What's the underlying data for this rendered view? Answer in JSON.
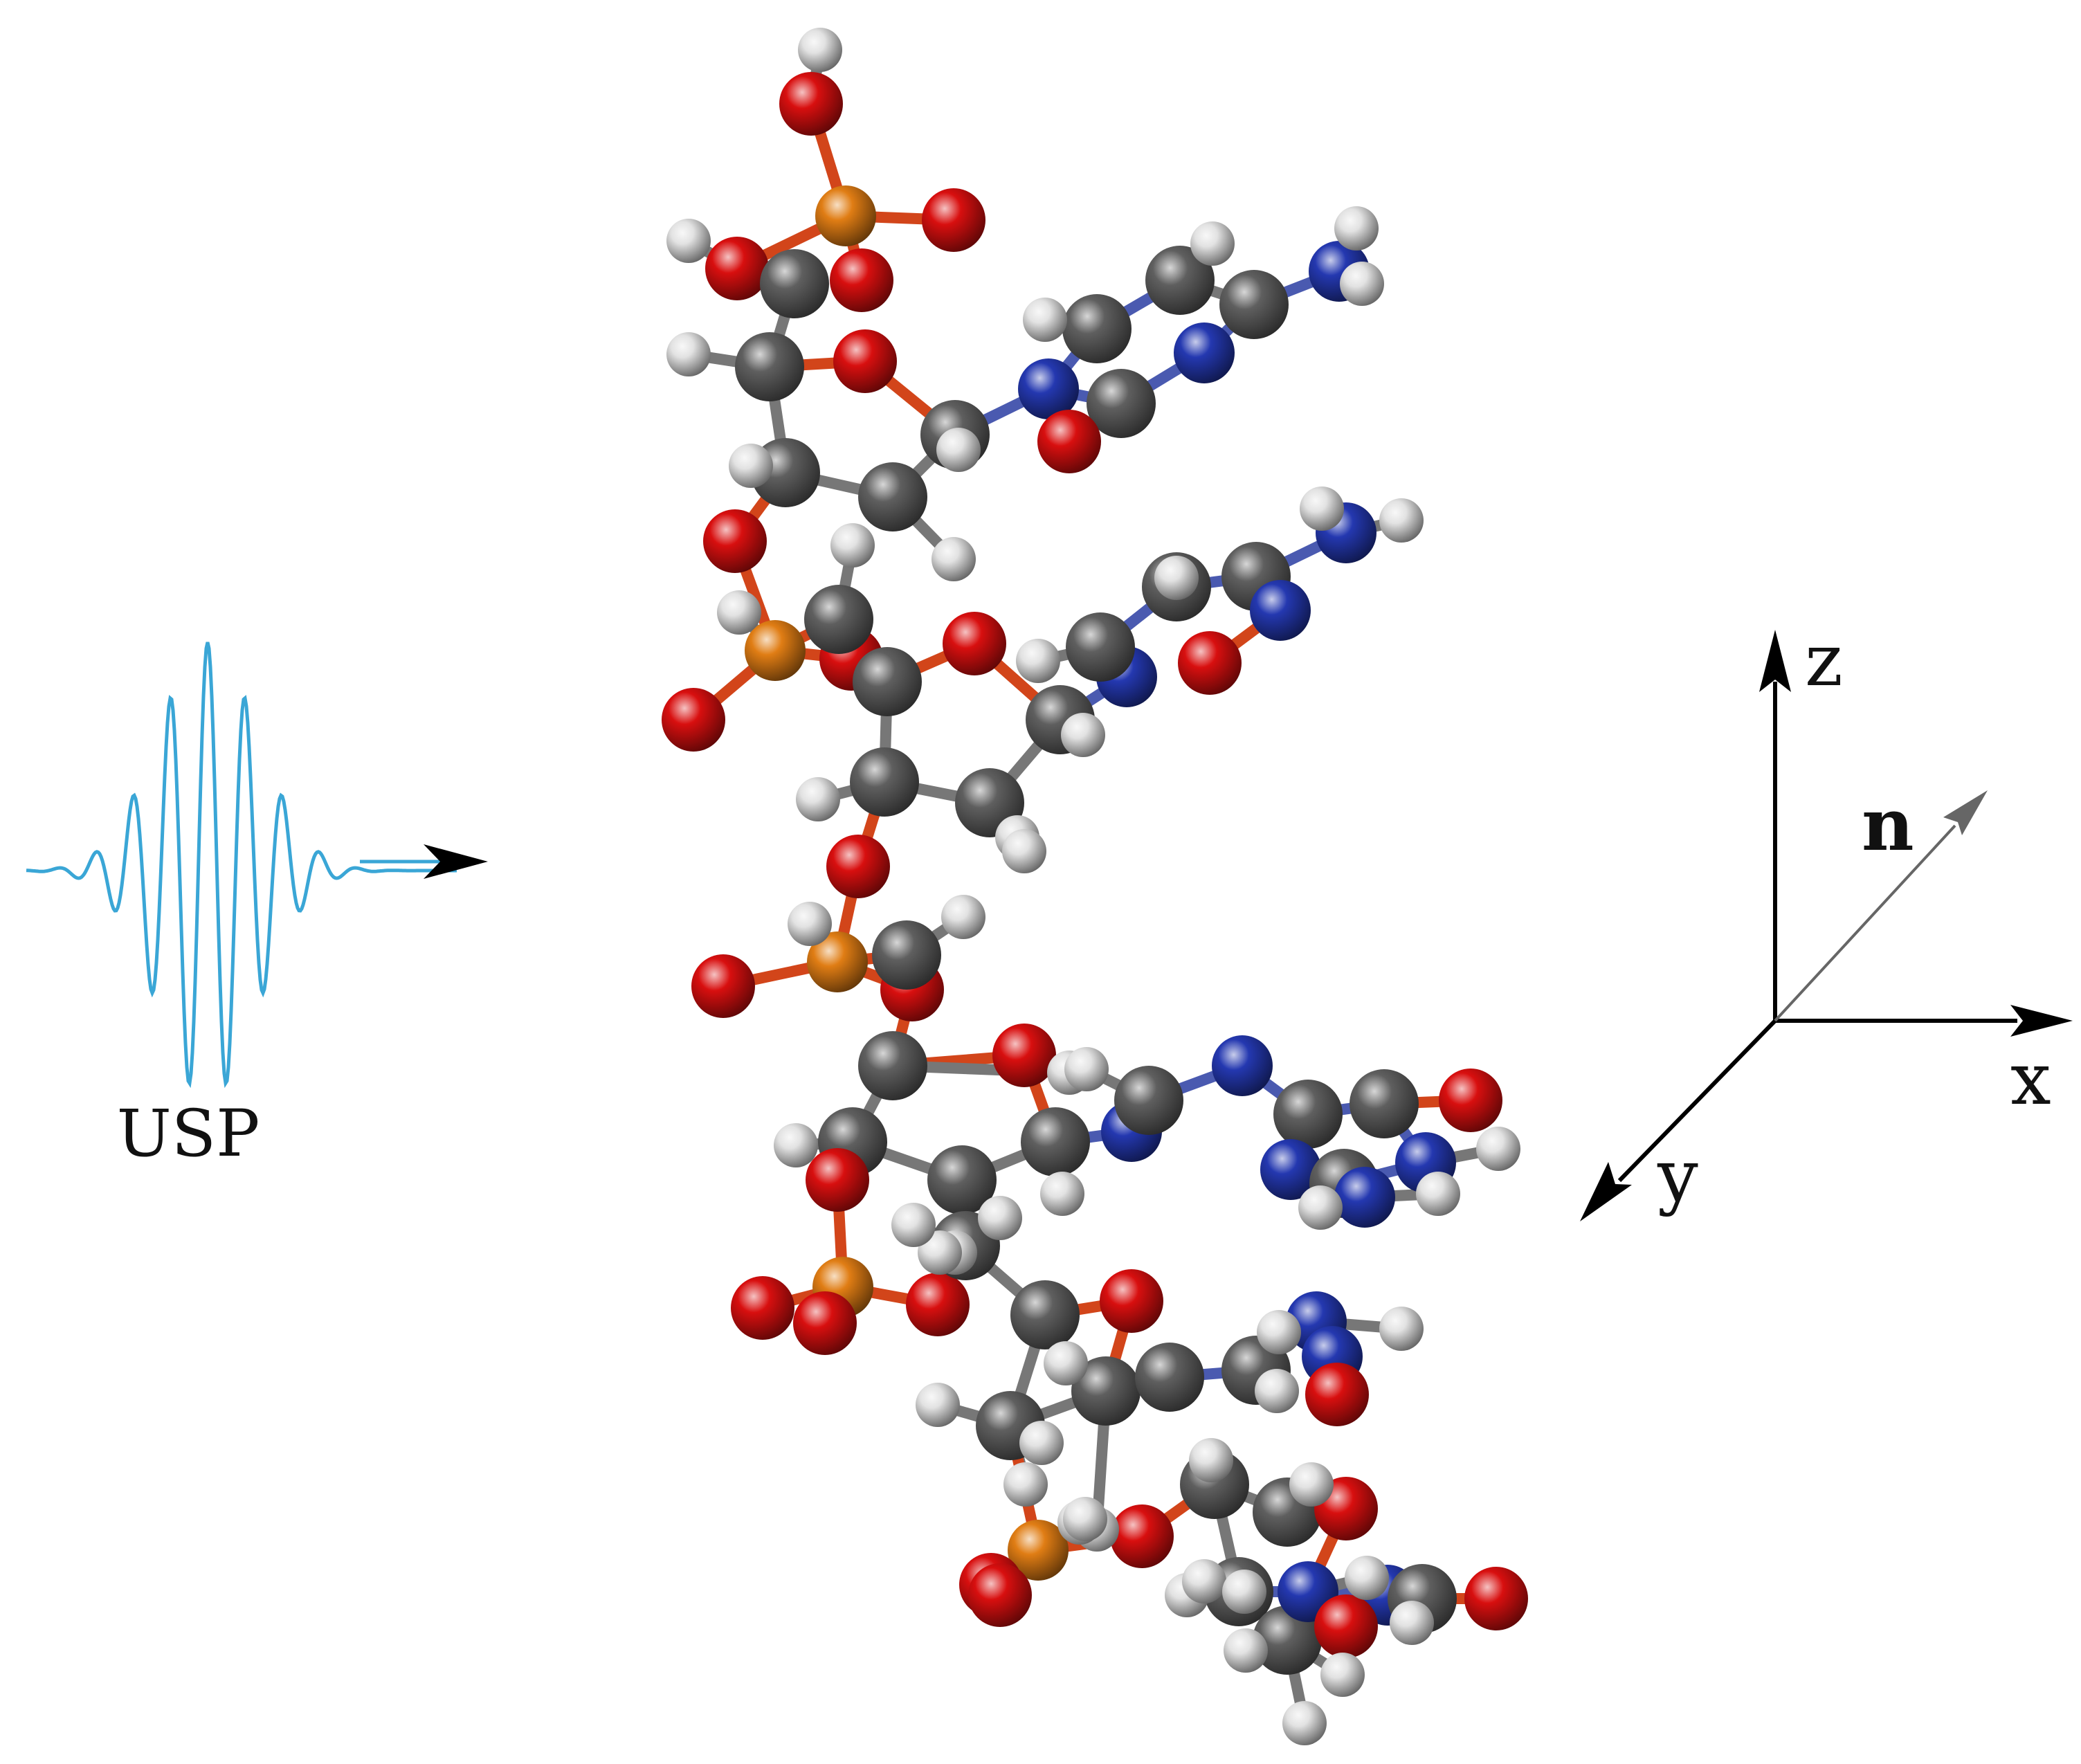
{
  "pulse": {
    "label": "USP",
    "color": "#3aa6d6",
    "arrow_color": "#000000"
  },
  "axes": {
    "z_label": "z",
    "x_label": "x",
    "y_label": "y",
    "n_label": "n",
    "axis_color": "#000000",
    "n_color": "#666666"
  },
  "molecule": {
    "atom_colors": {
      "carbon": "#5f5f5f",
      "hydrogen": "#e2e2e2",
      "oxygen": "#d80f0f",
      "nitrogen": "#2438b0",
      "phosphorus": "#e07d14"
    },
    "bond_colors": {
      "backbone": "#777777",
      "phosphate": "#d2451a",
      "base": "#4a5ab0"
    }
  }
}
